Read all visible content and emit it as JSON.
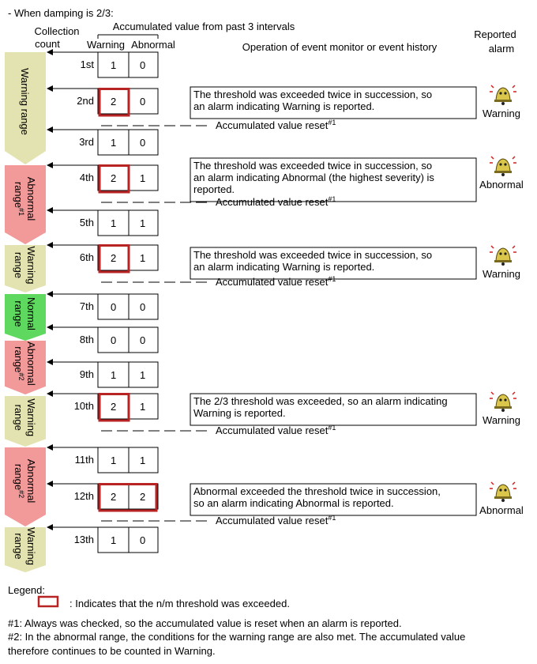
{
  "title": "- When damping is 2/3:",
  "headers": {
    "collection_count": [
      "Collection",
      "count"
    ],
    "accumulated": "Accumulated value from past 3 intervals",
    "warning": "Warning",
    "abnormal": "Abnormal",
    "operation": "Operation of event monitor or event history",
    "reported_alarm": [
      "Reported",
      "alarm"
    ]
  },
  "ranges": [
    {
      "label": [
        "Warning range"
      ],
      "type": "warning",
      "start": 0,
      "end": 2
    },
    {
      "label": [
        "Abnormal",
        "range#1"
      ],
      "type": "abnormal",
      "start": 3,
      "end": 4
    },
    {
      "label": [
        "Warning",
        "range"
      ],
      "type": "warning",
      "start": 5,
      "end": 5
    },
    {
      "label": [
        "Normal",
        "range"
      ],
      "type": "normal",
      "start": 6,
      "end": 7
    },
    {
      "label": [
        "Abnormal",
        "range#2"
      ],
      "type": "abnormal",
      "start": 8,
      "end": 8
    },
    {
      "label": [
        "Warning",
        "range"
      ],
      "type": "warning",
      "start": 9,
      "end": 9
    },
    {
      "label": [
        "Abnormal",
        "range#2"
      ],
      "type": "abnormal",
      "start": 10,
      "end": 11
    },
    {
      "label": [
        "Warning",
        "range"
      ],
      "type": "warning",
      "start": 12,
      "end": 12
    }
  ],
  "rows": [
    {
      "count": "1st",
      "warning": "1",
      "abnormal": "0",
      "hl": ""
    },
    {
      "count": "2nd",
      "warning": "2",
      "abnormal": "0",
      "hl": "warning",
      "op": [
        "The threshold was exceeded twice in succession, so",
        "an alarm indicating Warning is reported."
      ],
      "alarm": "Warning",
      "reset": true
    },
    {
      "count": "3rd",
      "warning": "1",
      "abnormal": "0",
      "hl": ""
    },
    {
      "count": "4th",
      "warning": "2",
      "abnormal": "1",
      "hl": "warning",
      "op": [
        "The threshold was exceeded twice in succession, so",
        "an alarm indicating Abnormal (the highest severity) is",
        "reported."
      ],
      "alarm": "Abnormal",
      "reset": true
    },
    {
      "count": "5th",
      "warning": "1",
      "abnormal": "1",
      "hl": ""
    },
    {
      "count": "6th",
      "warning": "2",
      "abnormal": "1",
      "hl": "warning",
      "op": [
        "The threshold was exceeded twice in succession, so",
        "an alarm indicating Warning is reported."
      ],
      "alarm": "Warning",
      "reset": true
    },
    {
      "count": "7th",
      "warning": "0",
      "abnormal": "0",
      "hl": ""
    },
    {
      "count": "8th",
      "warning": "0",
      "abnormal": "0",
      "hl": ""
    },
    {
      "count": "9th",
      "warning": "1",
      "abnormal": "1",
      "hl": ""
    },
    {
      "count": "10th",
      "warning": "2",
      "abnormal": "1",
      "hl": "warning",
      "op": [
        "The 2/3 threshold was exceeded, so an alarm indicating",
        "Warning is reported."
      ],
      "alarm": "Warning",
      "reset": true
    },
    {
      "count": "11th",
      "warning": "1",
      "abnormal": "1",
      "hl": ""
    },
    {
      "count": "12th",
      "warning": "2",
      "abnormal": "2",
      "hl": "both",
      "op": [
        "Abnormal exceeded the threshold twice in succession,",
        "so an alarm indicating Abnormal is reported."
      ],
      "alarm": "Abnormal",
      "reset": true
    },
    {
      "count": "13th",
      "warning": "1",
      "abnormal": "0",
      "hl": ""
    }
  ],
  "reset_text": "Accumulated value reset",
  "reset_note": "#1",
  "legend": {
    "title": "Legend:",
    "text": ": Indicates that the n/m threshold was exceeded."
  },
  "notes": [
    "#1: Always was checked, so the accumulated value is reset when an alarm is reported.",
    "#2: In the abnormal range, the conditions for the warning range are also met. The accumulated value",
    "therefore continues to be counted in Warning."
  ],
  "colors": {
    "warning_range": "#e3e3b2",
    "abnormal_range": "#f29a9a",
    "normal_range": "#5fd85f",
    "highlight": "#b82424",
    "bell": "#d9c64a"
  }
}
